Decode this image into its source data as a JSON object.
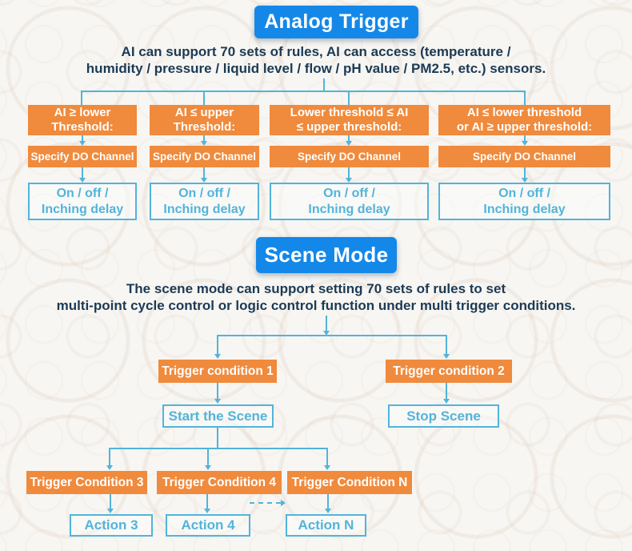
{
  "colors": {
    "orange": "#f08a3c",
    "blue": "#1388e9",
    "light_blue": "#52b4da",
    "navy": "#1c3a54",
    "background": "#f7f6f3"
  },
  "analog_section": {
    "title": "Analog Trigger",
    "description_line1": "AI can support 70 sets of rules, AI can access (temperature /",
    "description_line2": "humidity / pressure / liquid level / flow / pH value / PM2.5, etc.) sensors.",
    "branches": [
      {
        "condition_line1": "AI ≥ lower",
        "condition_line2": "Threshold:",
        "channel_label": "Specify DO Channel",
        "output_line1": "On / off /",
        "output_line2": "Inching delay"
      },
      {
        "condition_line1": "AI ≤ upper",
        "condition_line2": "Threshold:",
        "channel_label": "Specify DO Channel",
        "output_line1": "On / off /",
        "output_line2": "Inching delay"
      },
      {
        "condition_line1": "Lower threshold ≤ AI",
        "condition_line2": "≤ upper threshold:",
        "channel_label": "Specify DO Channel",
        "output_line1": "On / off /",
        "output_line2": "Inching delay"
      },
      {
        "condition_line1": "AI ≤ lower threshold",
        "condition_line2": "or AI ≥ upper threshold:",
        "channel_label": "Specify DO Channel",
        "output_line1": "On / off /",
        "output_line2": "Inching delay"
      }
    ]
  },
  "scene_section": {
    "title": "Scene Mode",
    "description_line1": "The scene mode can support setting 70 sets of rules to set",
    "description_line2": "multi-point cycle control or logic control function under multi trigger conditions.",
    "trigger_condition_1": "Trigger condition 1",
    "trigger_condition_2": "Trigger condition 2",
    "start_scene": "Start the Scene",
    "stop_scene": "Stop Scene",
    "trigger_condition_3": "Trigger Condition 3",
    "trigger_condition_4": "Trigger Condition 4",
    "trigger_condition_n": "Trigger Condition N",
    "action_3": "Action 3",
    "action_4": "Action 4",
    "action_n": "Action N"
  }
}
